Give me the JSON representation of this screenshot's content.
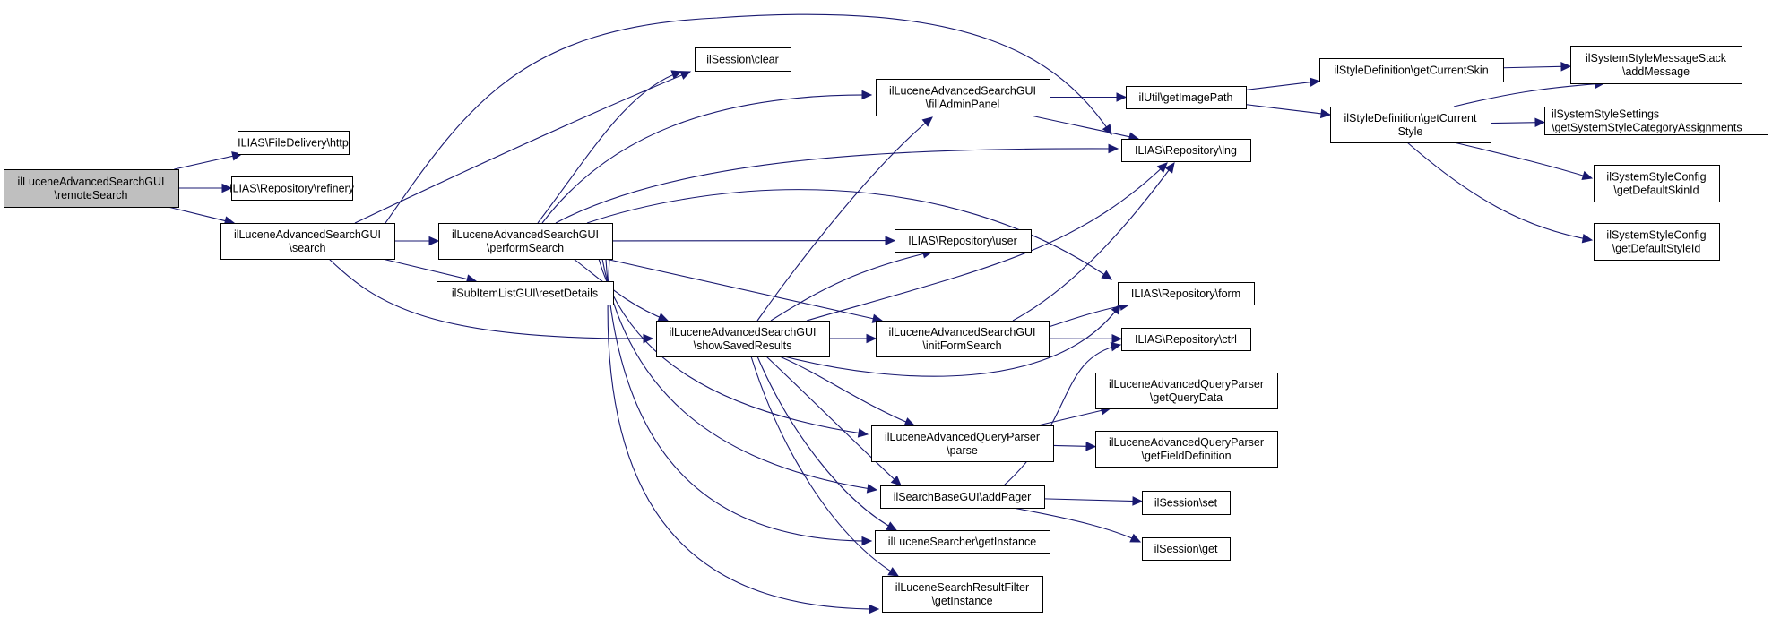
{
  "title": "Call graph of ilLuceneAdvancedSearchGUI\\remoteSearch",
  "colors": {
    "edge": "#191970",
    "root_fill": "#bfbfbf",
    "node_fill": "#ffffff",
    "border": "#000000"
  },
  "nodes": [
    {
      "id": "remoteSearch",
      "lines": [
        "ilLuceneAdvancedSearchGUI",
        "\\remoteSearch"
      ],
      "root": true
    },
    {
      "id": "http",
      "lines": [
        "ILIAS\\FileDelivery\\http"
      ]
    },
    {
      "id": "refinery",
      "lines": [
        "ILIAS\\Repository\\refinery"
      ]
    },
    {
      "id": "search",
      "lines": [
        "ilLuceneAdvancedSearchGUI",
        "\\search"
      ]
    },
    {
      "id": "sessionClear",
      "lines": [
        "ilSession\\clear"
      ]
    },
    {
      "id": "performSearch",
      "lines": [
        "ilLuceneAdvancedSearchGUI",
        "\\performSearch"
      ]
    },
    {
      "id": "resetDetails",
      "lines": [
        "ilSubItemListGUI\\resetDetails"
      ]
    },
    {
      "id": "fillAdminPanel",
      "lines": [
        "ilLuceneAdvancedSearchGUI",
        "\\fillAdminPanel"
      ]
    },
    {
      "id": "user",
      "lines": [
        "ILIAS\\Repository\\user"
      ]
    },
    {
      "id": "showSavedResults",
      "lines": [
        "ilLuceneAdvancedSearchGUI",
        "\\showSavedResults"
      ]
    },
    {
      "id": "initFormSearch",
      "lines": [
        "ilLuceneAdvancedSearchGUI",
        "\\initFormSearch"
      ]
    },
    {
      "id": "parse",
      "lines": [
        "ilLuceneAdvancedQueryParser",
        "\\parse"
      ]
    },
    {
      "id": "addPager",
      "lines": [
        "ilSearchBaseGUI\\addPager"
      ]
    },
    {
      "id": "searcherGetInstance",
      "lines": [
        "ilLuceneSearcher\\getInstance"
      ]
    },
    {
      "id": "filterGetInstance",
      "lines": [
        "ilLuceneSearchResultFilter",
        "\\getInstance"
      ]
    },
    {
      "id": "getImagePath",
      "lines": [
        "ilUtil\\getImagePath"
      ]
    },
    {
      "id": "lng",
      "lines": [
        "ILIAS\\Repository\\lng"
      ]
    },
    {
      "id": "form",
      "lines": [
        "ILIAS\\Repository\\form"
      ]
    },
    {
      "id": "ctrl",
      "lines": [
        "ILIAS\\Repository\\ctrl"
      ]
    },
    {
      "id": "getQueryData",
      "lines": [
        "ilLuceneAdvancedQueryParser",
        "\\getQueryData"
      ]
    },
    {
      "id": "getFieldDefinition",
      "lines": [
        "ilLuceneAdvancedQueryParser",
        "\\getFieldDefinition"
      ]
    },
    {
      "id": "sessionSet",
      "lines": [
        "ilSession\\set"
      ]
    },
    {
      "id": "sessionGet",
      "lines": [
        "ilSession\\get"
      ]
    },
    {
      "id": "getCurrentSkin",
      "lines": [
        "ilStyleDefinition\\getCurrentSkin"
      ]
    },
    {
      "id": "getCurrentStyle",
      "lines": [
        "ilStyleDefinition\\getCurrent",
        "Style"
      ]
    },
    {
      "id": "addMessage",
      "lines": [
        "ilSystemStyleMessageStack",
        "\\addMessage"
      ]
    },
    {
      "id": "categoryAssignments",
      "lines": [
        "ilSystemStyleSettings",
        "\\getSystemStyleCategoryAssignments"
      ]
    },
    {
      "id": "defaultSkinId",
      "lines": [
        "ilSystemStyleConfig",
        "\\getDefaultSkinId"
      ]
    },
    {
      "id": "defaultStyleId",
      "lines": [
        "ilSystemStyleConfig",
        "\\getDefaultStyleId"
      ]
    }
  ],
  "edges": [
    [
      "remoteSearch",
      "http"
    ],
    [
      "remoteSearch",
      "refinery"
    ],
    [
      "remoteSearch",
      "search"
    ],
    [
      "search",
      "sessionClear"
    ],
    [
      "search",
      "lng"
    ],
    [
      "search",
      "performSearch"
    ],
    [
      "search",
      "resetDetails"
    ],
    [
      "search",
      "showSavedResults"
    ],
    [
      "performSearch",
      "sessionClear"
    ],
    [
      "performSearch",
      "fillAdminPanel"
    ],
    [
      "performSearch",
      "lng"
    ],
    [
      "performSearch",
      "form"
    ],
    [
      "performSearch",
      "user"
    ],
    [
      "performSearch",
      "initFormSearch"
    ],
    [
      "performSearch",
      "showSavedResults"
    ],
    [
      "performSearch",
      "parse"
    ],
    [
      "performSearch",
      "addPager"
    ],
    [
      "performSearch",
      "searcherGetInstance"
    ],
    [
      "performSearch",
      "filterGetInstance"
    ],
    [
      "showSavedResults",
      "fillAdminPanel"
    ],
    [
      "showSavedResults",
      "user"
    ],
    [
      "showSavedResults",
      "lng"
    ],
    [
      "showSavedResults",
      "initFormSearch"
    ],
    [
      "showSavedResults",
      "form"
    ],
    [
      "showSavedResults",
      "parse"
    ],
    [
      "showSavedResults",
      "addPager"
    ],
    [
      "showSavedResults",
      "searcherGetInstance"
    ],
    [
      "showSavedResults",
      "filterGetInstance"
    ],
    [
      "fillAdminPanel",
      "getImagePath"
    ],
    [
      "fillAdminPanel",
      "lng"
    ],
    [
      "initFormSearch",
      "lng"
    ],
    [
      "initFormSearch",
      "form"
    ],
    [
      "initFormSearch",
      "ctrl"
    ],
    [
      "parse",
      "getQueryData"
    ],
    [
      "parse",
      "getFieldDefinition"
    ],
    [
      "addPager",
      "ctrl"
    ],
    [
      "addPager",
      "sessionSet"
    ],
    [
      "addPager",
      "sessionGet"
    ],
    [
      "getImagePath",
      "getCurrentSkin"
    ],
    [
      "getImagePath",
      "getCurrentStyle"
    ],
    [
      "getCurrentSkin",
      "addMessage"
    ],
    [
      "getCurrentStyle",
      "addMessage"
    ],
    [
      "getCurrentStyle",
      "categoryAssignments"
    ],
    [
      "getCurrentStyle",
      "defaultSkinId"
    ],
    [
      "getCurrentStyle",
      "defaultStyleId"
    ]
  ]
}
